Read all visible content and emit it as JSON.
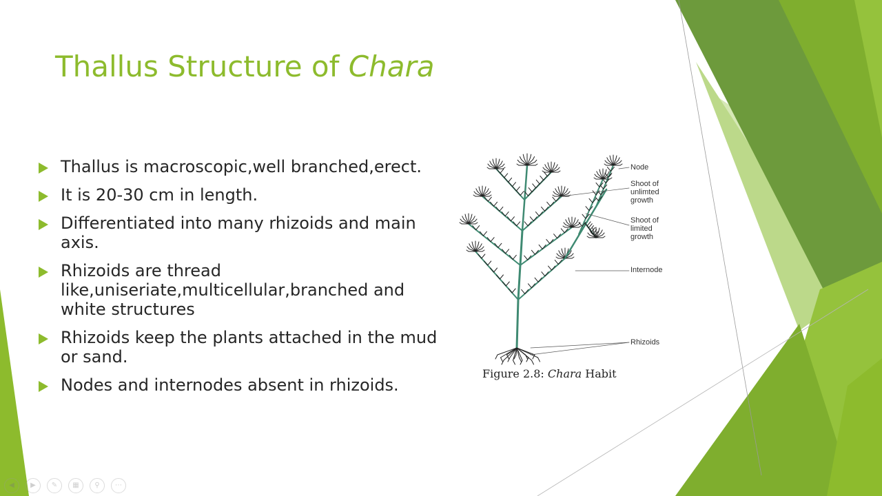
{
  "slide": {
    "title_plain": "Thallus Structure of ",
    "title_italic": "Chara",
    "bullets": [
      "Thallus is macroscopic,well branched,erect.",
      "It is 20-30 cm in length.",
      "Differentiated into many rhizoids and main axis.",
      "Rhizoids are thread like,uniseriate,multicellular,branched and white structures",
      "Rhizoids keep the plants attached in the mud or sand.",
      "Nodes and internodes absent in rhizoids."
    ]
  },
  "figure": {
    "labels": {
      "node": "Node",
      "shoot_unlimited": "Shoot of unlimted growth",
      "shoot_limited": "Shoot of limited growth",
      "internode": "Internode",
      "rhizoids": "Rhizoids"
    },
    "caption_prefix": "Figure 2.8:",
    "caption_italic": "Chara",
    "caption_suffix": "Habit"
  },
  "controls": {
    "icons": [
      "arrow-left-icon",
      "arrow-right-icon",
      "pen-icon",
      "slides-icon",
      "zoom-icon",
      "more-icon"
    ]
  },
  "theme": {
    "accent": "#8dbb2d",
    "greens": [
      "#6d9a3c",
      "#7fae2e",
      "#95c23c",
      "#bcd98a",
      "#d6e8b6"
    ]
  }
}
